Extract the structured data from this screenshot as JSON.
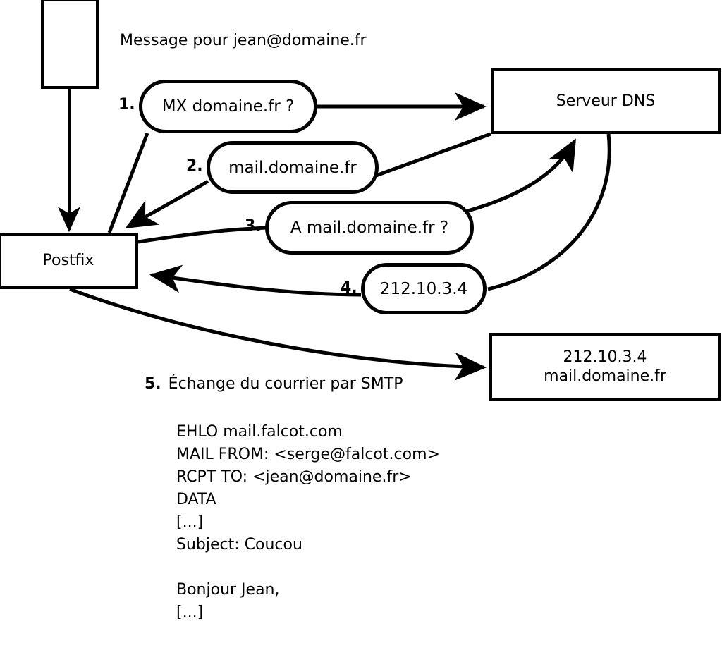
{
  "diagram": {
    "title": "Message pour jean@domaine.fr",
    "nodes": {
      "mail_client": {
        "label": ""
      },
      "postfix": {
        "label": "Postfix"
      },
      "dns_server": {
        "label": "Serveur DNS"
      },
      "remote_mail_server": {
        "line1": "212.10.3.4",
        "line2": "mail.domaine.fr"
      }
    },
    "steps": [
      {
        "number": "1.",
        "label": "MX domaine.fr ?"
      },
      {
        "number": "2.",
        "label": "mail.domaine.fr"
      },
      {
        "number": "3.",
        "label": "A mail.domaine.fr ?"
      },
      {
        "number": "4.",
        "label": "212.10.3.4"
      }
    ],
    "step5": {
      "number": "5.",
      "label": "Échange du courrier par SMTP"
    },
    "smtp_transcript": [
      "EHLO mail.falcot.com",
      "MAIL FROM: <serge@falcot.com>",
      "RCPT TO: <jean@domaine.fr>",
      "DATA",
      "[...]",
      "Subject: Coucou",
      "",
      "Bonjour Jean,",
      "[...]",
      "",
      "."
    ],
    "colors": {
      "stroke": "#000000",
      "background": "#ffffff",
      "text": "#000000"
    }
  }
}
